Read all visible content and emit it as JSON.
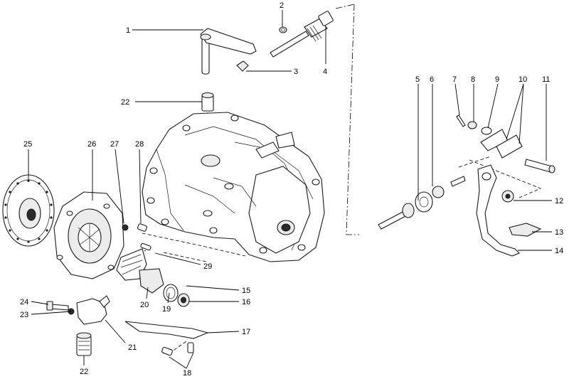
{
  "callouts": [
    {
      "id": "c1",
      "text": "1"
    },
    {
      "id": "c2",
      "text": "2"
    },
    {
      "id": "c3",
      "text": "3"
    },
    {
      "id": "c4",
      "text": "4"
    },
    {
      "id": "c5",
      "text": "5"
    },
    {
      "id": "c6",
      "text": "6"
    },
    {
      "id": "c7",
      "text": "7"
    },
    {
      "id": "c8",
      "text": "8"
    },
    {
      "id": "c9",
      "text": "9"
    },
    {
      "id": "c10",
      "text": "10"
    },
    {
      "id": "c11",
      "text": "11"
    },
    {
      "id": "c12",
      "text": "12"
    },
    {
      "id": "c13",
      "text": "13"
    },
    {
      "id": "c14",
      "text": "14"
    },
    {
      "id": "c15",
      "text": "15"
    },
    {
      "id": "c16",
      "text": "16"
    },
    {
      "id": "c17",
      "text": "17"
    },
    {
      "id": "c18",
      "text": "18"
    },
    {
      "id": "c19",
      "text": "19"
    },
    {
      "id": "c20",
      "text": "20"
    },
    {
      "id": "c21",
      "text": "21"
    },
    {
      "id": "c22a",
      "text": "22"
    },
    {
      "id": "c22b",
      "text": "22"
    },
    {
      "id": "c23",
      "text": "23"
    },
    {
      "id": "c24",
      "text": "24"
    },
    {
      "id": "c25",
      "text": "25"
    },
    {
      "id": "c26",
      "text": "26"
    },
    {
      "id": "c27",
      "text": "27"
    },
    {
      "id": "c28",
      "text": "28"
    },
    {
      "id": "c29",
      "text": "29"
    }
  ]
}
